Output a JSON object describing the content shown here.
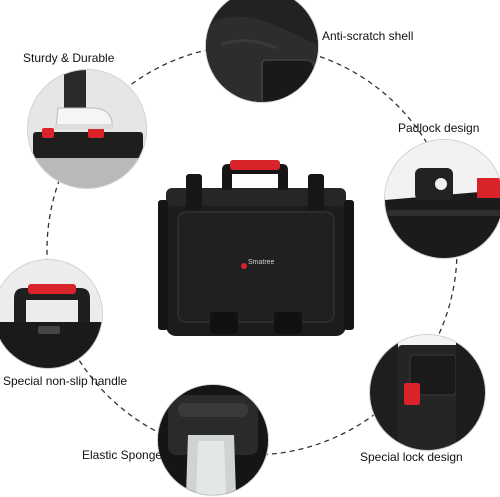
{
  "features": {
    "sturdy": "Sturdy & Durable",
    "shell": "Anti-scratch shell",
    "padlock": "Padlock design",
    "handle": "Special non-slip handle",
    "lock": "Special lock design",
    "sponge": "Elastic Sponge"
  },
  "product": {
    "brand": "Smatree"
  },
  "colors": {
    "case_body": "#1c1c1c",
    "accent_red": "#d8232a",
    "ring_dash": "#333333"
  }
}
